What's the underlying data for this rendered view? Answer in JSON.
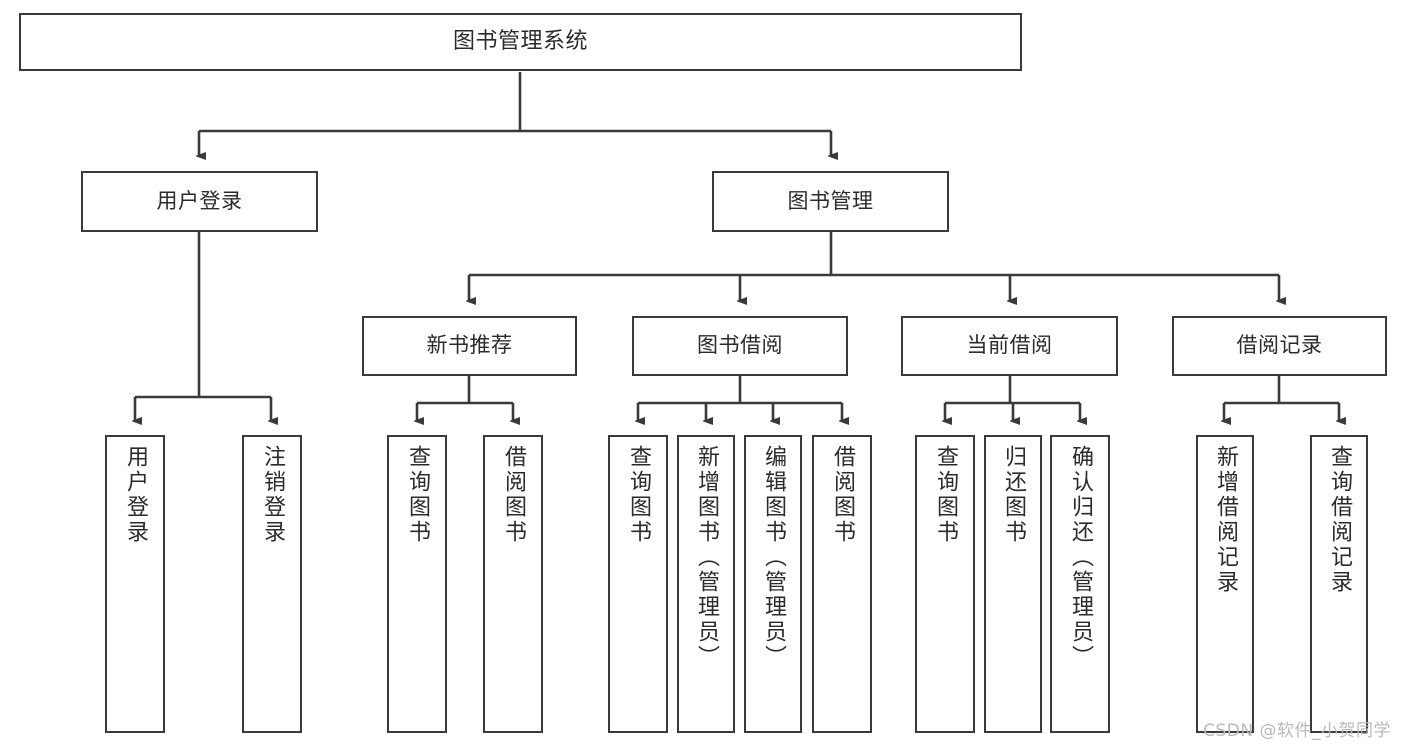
{
  "diagram": {
    "title": "图书管理系统",
    "type": "hierarchy-tree",
    "colors": {
      "background": "#ffffff",
      "border": "#3a3a3a",
      "text": "#2b2b2b",
      "edge": "#3a3a3a",
      "watermark": "#b9b9b9"
    },
    "levels": {
      "root": {
        "label": "图书管理系统"
      },
      "level2": [
        {
          "label": "用户登录"
        },
        {
          "label": "图书管理"
        }
      ],
      "level3": [
        {
          "label": "新书推荐"
        },
        {
          "label": "图书借阅"
        },
        {
          "label": "当前借阅"
        },
        {
          "label": "借阅记录"
        }
      ],
      "leaves": {
        "user_login": [
          {
            "label": "用户登录"
          },
          {
            "label": "注销登录"
          }
        ],
        "new_book_recommend": [
          {
            "label": "查询图书"
          },
          {
            "label": "借阅图书"
          }
        ],
        "book_borrow": [
          {
            "label": "查询图书"
          },
          {
            "label": "新增图书（管理员）"
          },
          {
            "label": "编辑图书（管理员）"
          },
          {
            "label": "借阅图书"
          }
        ],
        "current_borrow": [
          {
            "label": "查询图书"
          },
          {
            "label": "归还图书"
          },
          {
            "label": "确认归还（管理员）"
          }
        ],
        "borrow_record": [
          {
            "label": "新增借阅记录"
          },
          {
            "label": "查询借阅记录"
          }
        ]
      }
    }
  },
  "watermark": {
    "text": "CSDN @软件_小贺同学"
  }
}
